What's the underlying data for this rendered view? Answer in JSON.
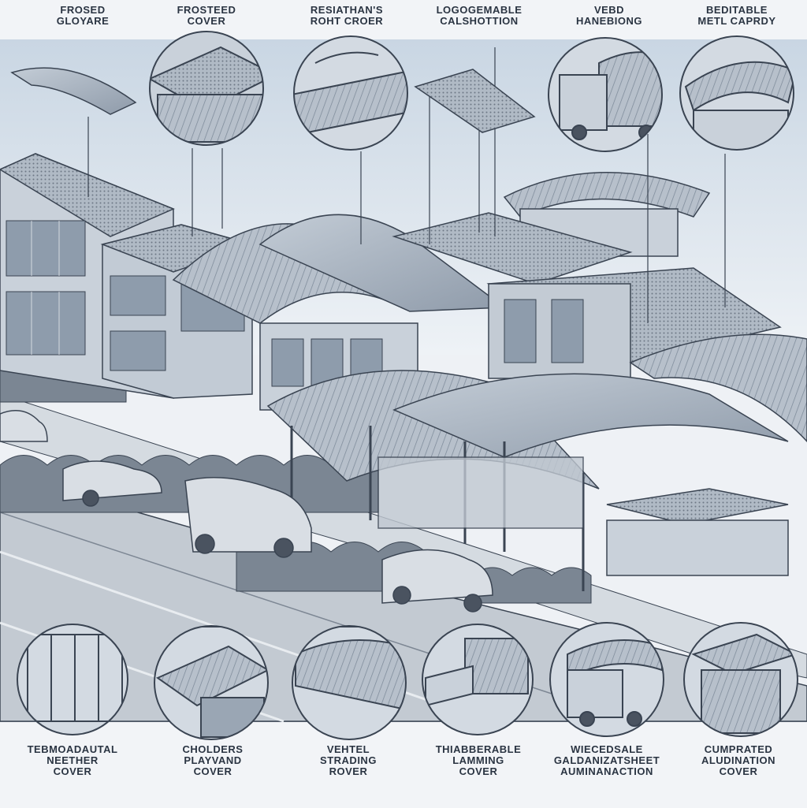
{
  "top_labels": [
    {
      "line1": "FROSED",
      "line2": "GLOYARE"
    },
    {
      "line1": "FROSTEED",
      "line2": "COVER"
    },
    {
      "line1": "RESIATHAN'S",
      "line2": "ROHT CROER"
    },
    {
      "line1": "LOGOGEMABLE",
      "line2": "CALSHOTTION"
    },
    {
      "line1": "VEBD",
      "line2": "HANEBIONG"
    },
    {
      "line1": "BEDITABLE",
      "line2": "METL CAPRDY"
    }
  ],
  "bottom_labels": [
    {
      "line1": "TEBMOADAUTAL",
      "line2": "NEETHER",
      "line3": "COVER"
    },
    {
      "line1": "CHOLDERS",
      "line2": "PLAYVAND",
      "line3": "COVER"
    },
    {
      "line1": "VEHTEL",
      "line2": "STRADING",
      "line3": "ROVER"
    },
    {
      "line1": "THIABBERABLE",
      "line2": "LAMMING",
      "line3": "COVER"
    },
    {
      "line1": "WIECEDSALE",
      "line2": "GALDANIZATSHEET",
      "line3": "AUMINANACTION"
    },
    {
      "line1": "CUMPRATED",
      "line2": "ALUDINATION",
      "line3": "COVER"
    }
  ],
  "colors": {
    "line": "#3a4452",
    "sky": "#d6e0ea",
    "roof": "#a9b4c1",
    "wall": "#c9d1da",
    "glass": "#8e9cac",
    "road": "#b8c0c9",
    "hedge": "#6f7a86"
  }
}
